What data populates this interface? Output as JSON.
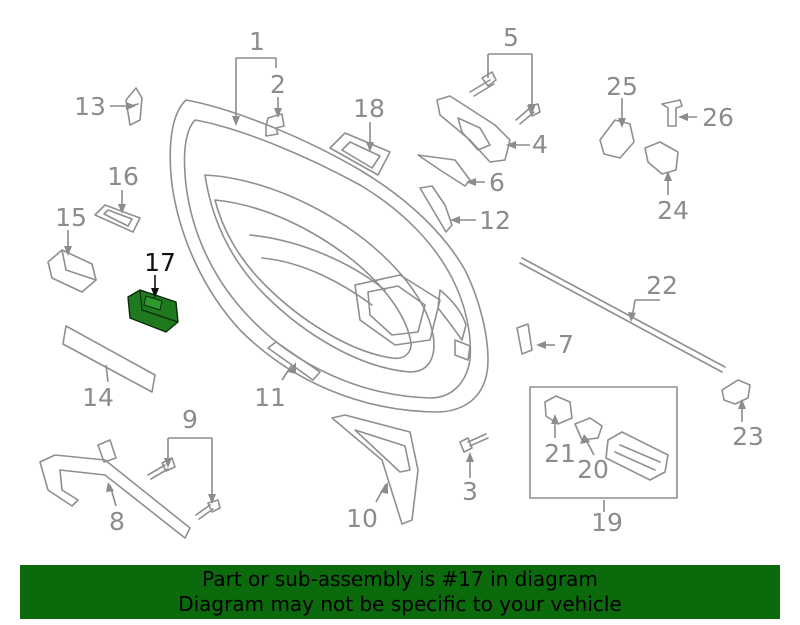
{
  "diagram": {
    "callouts": [
      {
        "id": "c1",
        "text": "1",
        "highlight": false
      },
      {
        "id": "c2",
        "text": "2",
        "highlight": false
      },
      {
        "id": "c3",
        "text": "3",
        "highlight": false
      },
      {
        "id": "c4",
        "text": "4",
        "highlight": false
      },
      {
        "id": "c5",
        "text": "5",
        "highlight": false
      },
      {
        "id": "c6",
        "text": "6",
        "highlight": false
      },
      {
        "id": "c7",
        "text": "7",
        "highlight": false
      },
      {
        "id": "c8",
        "text": "8",
        "highlight": false
      },
      {
        "id": "c9",
        "text": "9",
        "highlight": false
      },
      {
        "id": "c10",
        "text": "10",
        "highlight": false
      },
      {
        "id": "c11",
        "text": "11",
        "highlight": false
      },
      {
        "id": "c12",
        "text": "12",
        "highlight": false
      },
      {
        "id": "c13",
        "text": "13",
        "highlight": false
      },
      {
        "id": "c14",
        "text": "14",
        "highlight": false
      },
      {
        "id": "c15",
        "text": "15",
        "highlight": false
      },
      {
        "id": "c16",
        "text": "16",
        "highlight": false
      },
      {
        "id": "c17",
        "text": "17",
        "highlight": true
      },
      {
        "id": "c18",
        "text": "18",
        "highlight": false
      },
      {
        "id": "c19",
        "text": "19",
        "highlight": false
      },
      {
        "id": "c20",
        "text": "20",
        "highlight": false
      },
      {
        "id": "c21",
        "text": "21",
        "highlight": false
      },
      {
        "id": "c22",
        "text": "22",
        "highlight": false
      },
      {
        "id": "c23",
        "text": "23",
        "highlight": false
      },
      {
        "id": "c24",
        "text": "24",
        "highlight": false
      },
      {
        "id": "c25",
        "text": "25",
        "highlight": false
      },
      {
        "id": "c26",
        "text": "26",
        "highlight": false
      }
    ],
    "colors": {
      "line": "#8f8f8f",
      "highlight_fill": "#1f7a1f",
      "highlight_label": "#111111",
      "banner_bg": "#0b6a0b"
    }
  },
  "banner": {
    "line1": "Part or sub-assembly is #17 in diagram",
    "line2": "Diagram may not be specific to your vehicle"
  }
}
